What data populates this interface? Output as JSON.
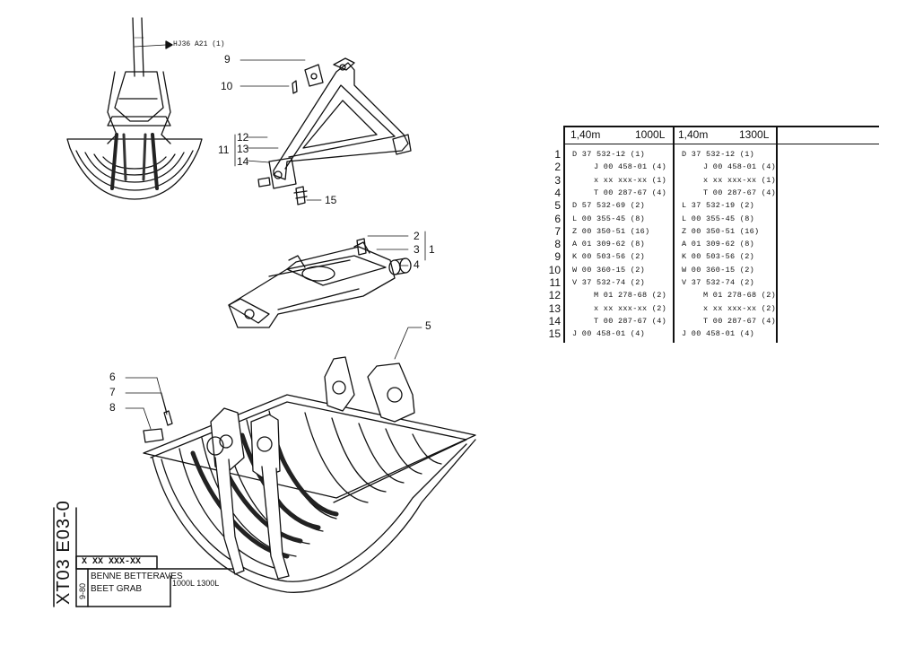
{
  "callouts": {
    "ref_label": "HJ36  A21 (1)",
    "frame_9": "9",
    "frame_10": "10",
    "frame_12": "12",
    "frame_11": "11",
    "frame_13": "13",
    "frame_14": "14",
    "frame_15": "15",
    "beam_2": "2",
    "beam_3": "3",
    "beam_1": "1",
    "beam_4": "4",
    "grab_5": "5",
    "grab_6": "6",
    "grab_7": "7",
    "grab_8": "8"
  },
  "parts_table": {
    "col1_header_length": "1,40m",
    "col1_header_capacity": "1000L",
    "col2_header_length": "1,40m",
    "col2_header_capacity": "1300L",
    "rows": [
      {
        "num": "1",
        "c1": "D 37 532-12 (1)",
        "c2": "D 37 532-12 (1)"
      },
      {
        "num": "2",
        "c1": "J 00 458-01 (4)",
        "c2": "J 00 458-01 (4)"
      },
      {
        "num": "3",
        "c1": "x xx xxx-xx (1)",
        "c2": "x xx xxx-xx (1)"
      },
      {
        "num": "4",
        "c1": "T 00 287-67 (4)",
        "c2": "T 00 287-67 (4)"
      },
      {
        "num": "5",
        "c1": "D 57 532-69 (2)",
        "c2": "L 37 532-19 (2)"
      },
      {
        "num": "6",
        "c1": "L 00 355-45 (8)",
        "c2": "L 00 355-45 (8)"
      },
      {
        "num": "7",
        "c1": "Z 00 350-51 (16)",
        "c2": "Z 00 350-51 (16)"
      },
      {
        "num": "8",
        "c1": "A 01 309-62 (8)",
        "c2": "A 01 309-62 (8)"
      },
      {
        "num": "9",
        "c1": "K 00 503-56 (2)",
        "c2": "K 00 503-56 (2)"
      },
      {
        "num": "10",
        "c1": "W 00 360-15 (2)",
        "c2": "W 00 360-15 (2)"
      },
      {
        "num": "11",
        "c1": "V 37 532-74 (2)",
        "c2": "V 37 532-74 (2)"
      },
      {
        "num": "12",
        "c1": "M 01 278-68 (2)",
        "c2": "M 01 278-68 (2)"
      },
      {
        "num": "13",
        "c1": "x xx xxx-xx (2)",
        "c2": "x xx xxx-xx (2)"
      },
      {
        "num": "14",
        "c1": "T 00 287-67 (4)",
        "c2": "T 00 287-67 (4)"
      },
      {
        "num": "15",
        "c1": "J 00 458-01 (4)",
        "c2": "J 00 458-01 (4)"
      }
    ]
  },
  "title_block": {
    "doc_code": "XT03 E03-0",
    "part_number": "X XX  XXX-XX",
    "title_fr": "BENNE BETTERAVES",
    "title_en": "BEET  GRAB",
    "capacities": "1000L 1300L",
    "date": "9-80"
  }
}
